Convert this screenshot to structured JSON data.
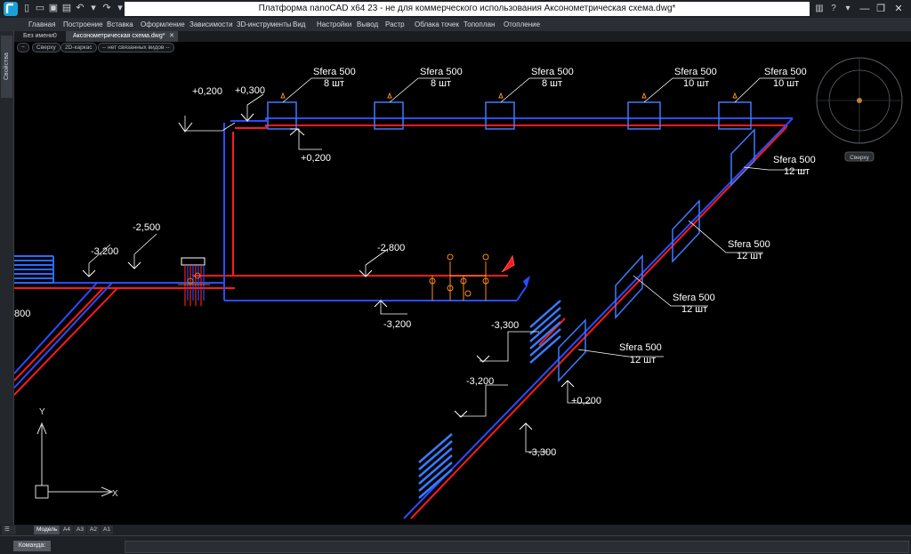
{
  "app": {
    "title": "Платформа nanoCAD x64 23 - не для коммерческого использования Аксонометрическая схема.dwg*"
  },
  "menu": [
    "Главная",
    "Построение",
    "Вставка",
    "Оформление",
    "Зависимости",
    "3D-инструменты",
    "Вид",
    "Настройки",
    "Вывод",
    "Растр",
    "Облака точек",
    "Топоплан",
    "Отопление"
  ],
  "left_panel": {
    "label": "Свойства"
  },
  "tabs": [
    {
      "label": "Без имени0"
    },
    {
      "label": "Аксонометрическая схема.dwg*",
      "close": "✕"
    }
  ],
  "view_controls": {
    "minus": "−",
    "view": "Сверху",
    "style": "2D-каркас",
    "views": "-- нет связанных видов --"
  },
  "viewcube": {
    "label": "Сверху"
  },
  "ucs": {
    "x": "X",
    "y": "Y"
  },
  "radiators": [
    {
      "name": "Sfera 500",
      "count": "8 шт"
    },
    {
      "name": "Sfera 500",
      "count": "8 шт"
    },
    {
      "name": "Sfera 500",
      "count": "8 шт"
    },
    {
      "name": "Sfera 500",
      "count": "10 шт"
    },
    {
      "name": "Sfera 500",
      "count": "10 шт"
    },
    {
      "name": "Sfera 500",
      "count": "12 шт"
    },
    {
      "name": "Sfera 500",
      "count": "12 шт"
    },
    {
      "name": "Sfera 500",
      "count": "12 шт"
    },
    {
      "name": "Sfera 500",
      "count": "12 шт"
    }
  ],
  "levels": [
    "+0,200",
    "+0,300",
    "+0,200",
    "-2,500",
    "-3,200",
    "-2,800",
    "-3,200",
    "-3,300",
    "-3,200",
    "-3,300",
    "+0,200",
    "800"
  ],
  "layouts": [
    "Модель",
    "A4",
    "A3",
    "A2",
    "A1"
  ],
  "command": {
    "label": "Команда:"
  },
  "colors": {
    "supply": "#ff1a1a",
    "return": "#2a4dff",
    "fittings": "#ff8c1a",
    "background": "#000000"
  }
}
